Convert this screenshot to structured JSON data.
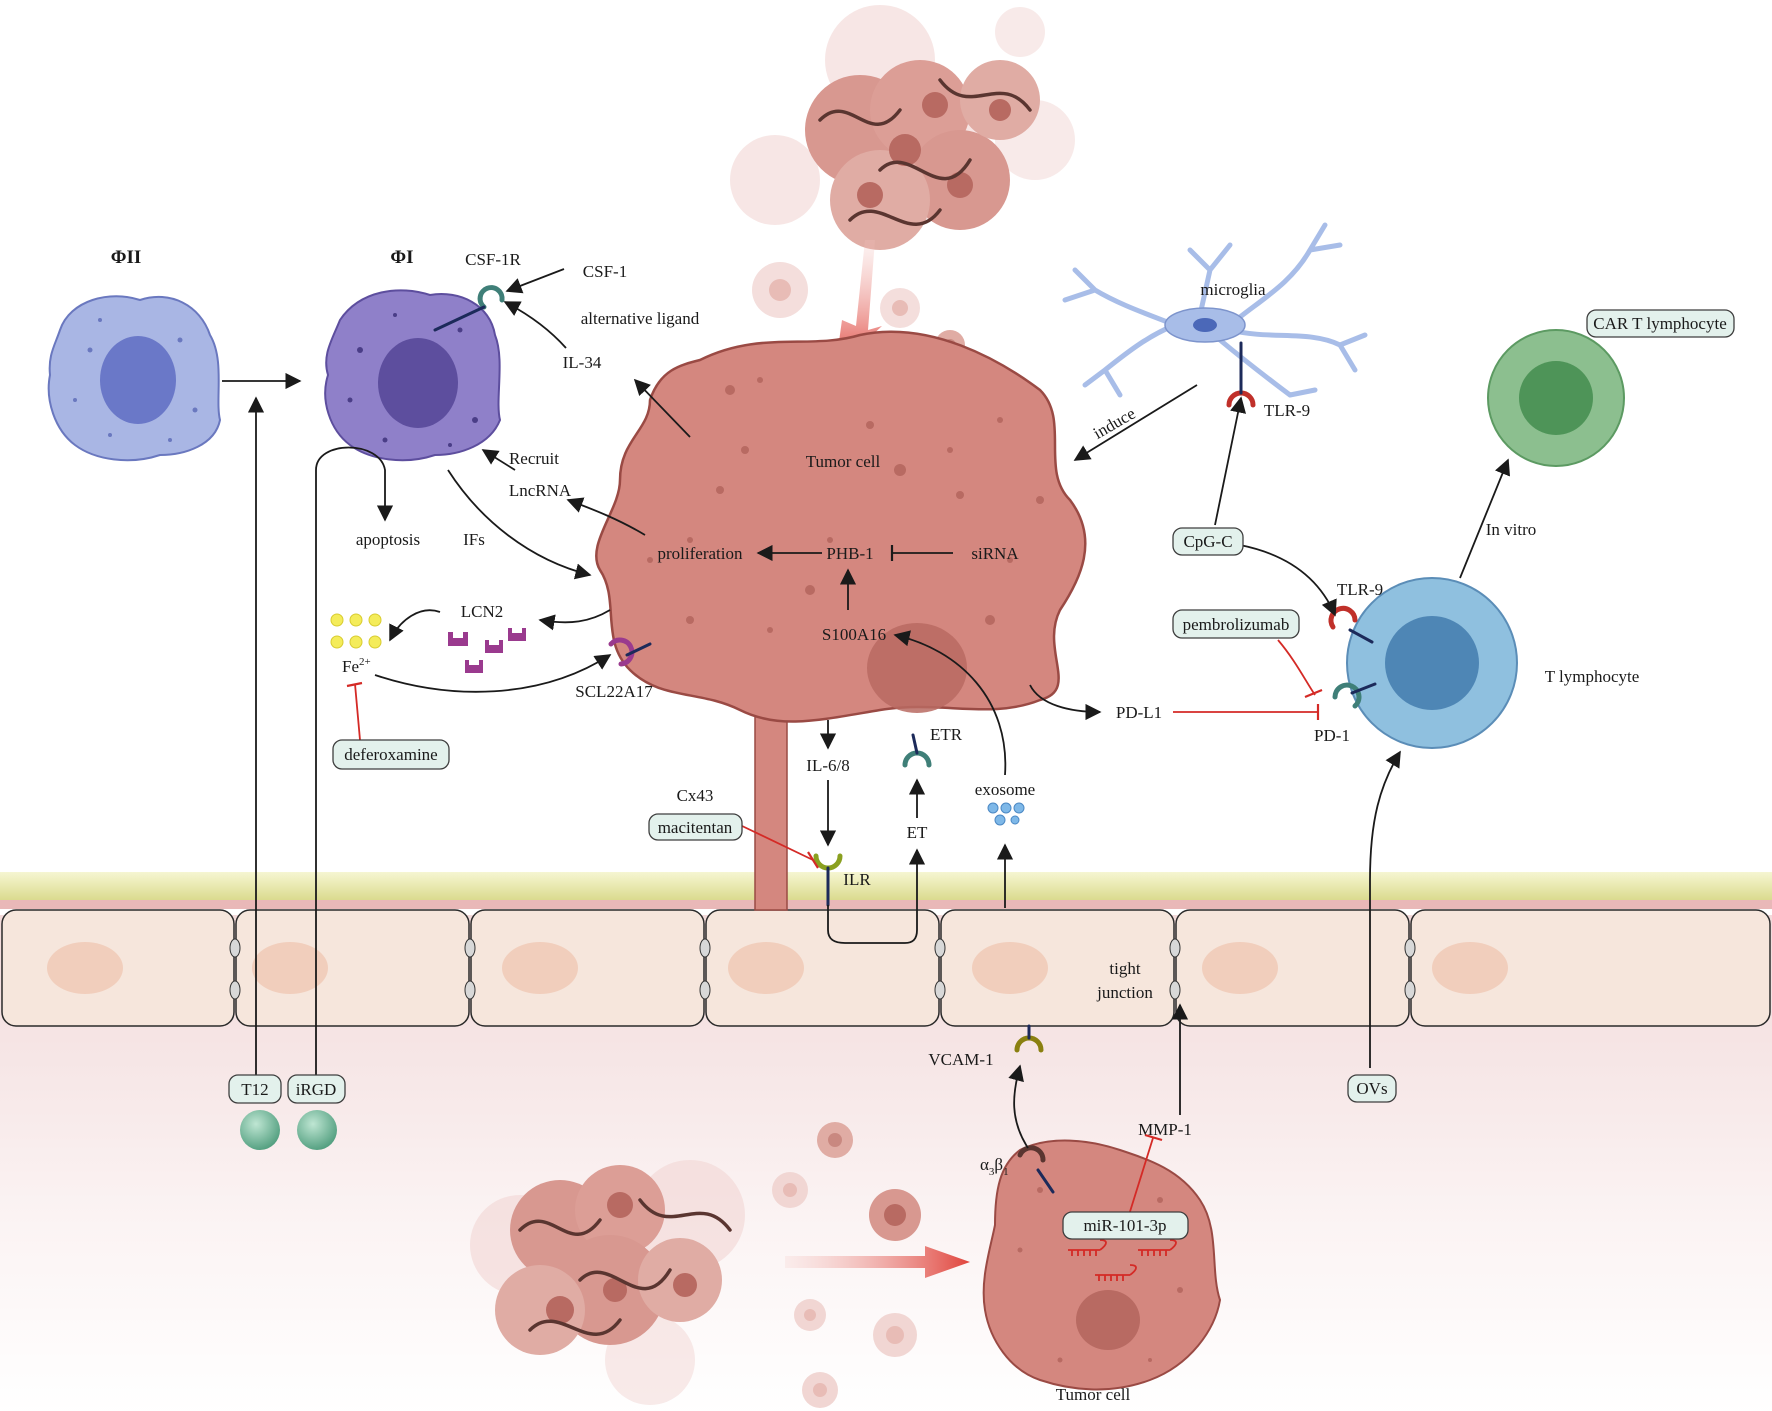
{
  "labels": {
    "phi2": "ΦII",
    "phi1": "ΦI",
    "csf1r": "CSF-1R",
    "csf1": "CSF-1",
    "alt_ligand": "alternative ligand",
    "il34": "IL-34",
    "recruit": "Recruit",
    "lncrna": "LncRNA",
    "apoptosis": "apoptosis",
    "ifs": "IFs",
    "tumor_cell_top": "Tumor cell",
    "proliferation": "proliferation",
    "phb1": "PHB-1",
    "sirna": "siRNA",
    "s100a16": "S100A16",
    "lcn2": "LCN2",
    "fe_base": "Fe",
    "fe_sup": "2+",
    "scl22a17": "SCL22A17",
    "il68": "IL-6/8",
    "etr": "ETR",
    "cx43": "Cx43",
    "ilr": "ILR",
    "et": "ET",
    "exosome": "exosome",
    "microglia": "microglia",
    "tlr9_microglia": "TLR-9",
    "induce": "induce",
    "in_vitro": "In vitro",
    "tlr9_t": "TLR-9",
    "t_lymphocyte": "T lymphocyte",
    "pdl1": "PD-L1",
    "pd1": "PD-1",
    "tight_junction_1": "tight",
    "tight_junction_2": "junction",
    "vcam1": "VCAM-1",
    "mmp1": "MMP-1",
    "integrin_alpha": "α",
    "integrin_a_sub": "3",
    "integrin_beta": "β",
    "integrin_b_sub": "1",
    "tumor_cell_bottom": "Tumor cell"
  },
  "boxes": {
    "deferoxamine": "deferoxamine",
    "macitentan": "macitentan",
    "cpgc": "CpG-C",
    "pembrolizumab": "pembrolizumab",
    "car_t": "CAR T lymphocyte",
    "t12": "T12",
    "irgd": "iRGD",
    "ovs": "OVs",
    "mir": "miR-101-3p"
  },
  "colors": {
    "activation_arrow": "#1a1a1a",
    "inhibition": "#d42a26",
    "tumor": "#d4877f",
    "macrophage_m2": "#a9b6e4",
    "macrophage_m1": "#8f80c9",
    "microglia": "#a8bde8",
    "t_cell": "#8fc0df",
    "car_t": "#8cbf8f",
    "endothelium": "#f6e6dc",
    "basement_membrane": "#e8e8b0",
    "drug_box": "#e3f1ec"
  }
}
